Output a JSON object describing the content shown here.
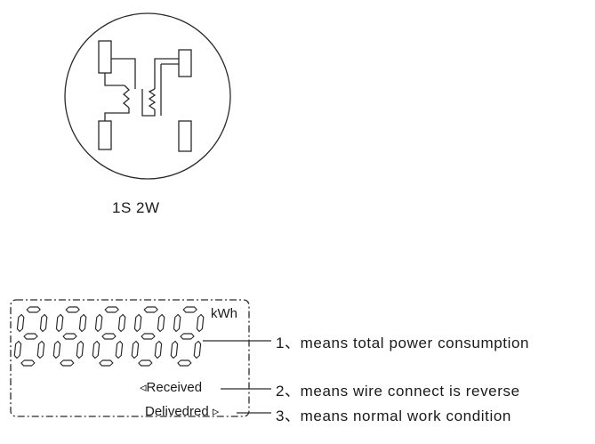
{
  "meter": {
    "wiring_caption": "1S 2W",
    "digit_count": 5,
    "unit": "kWh",
    "indicators": {
      "received": "Received",
      "delivered": "Delivedred"
    }
  },
  "notes": [
    "1、means total power consumption",
    "2、means wire connect is reverse",
    "3、means normal work condition"
  ],
  "icons": {
    "received_marker": "left-triangle-icon",
    "delivered_marker": "right-triangle-icon"
  }
}
